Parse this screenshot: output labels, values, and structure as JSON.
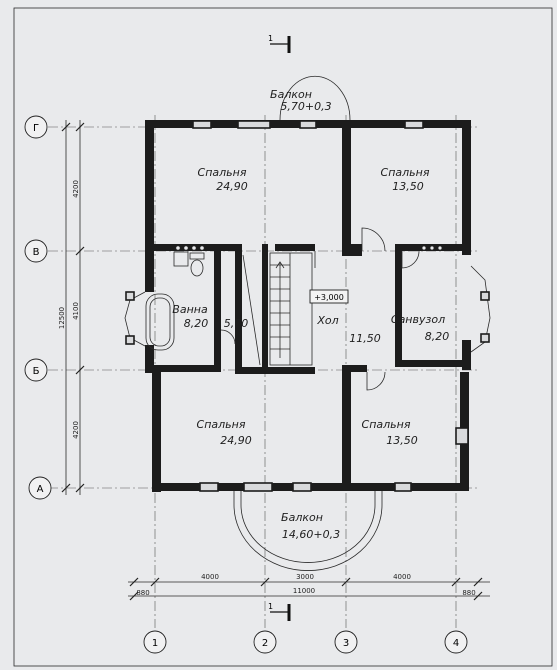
{
  "section_marker": "1",
  "axes": {
    "rows": [
      "Г",
      "В",
      "Б",
      "А"
    ],
    "cols": [
      "1",
      "2",
      "3",
      "4"
    ]
  },
  "rooms": {
    "bedroom_top_left": {
      "name": "Спальня",
      "area": "24,90"
    },
    "bedroom_top_right": {
      "name": "Спальня",
      "area": "13,50"
    },
    "bath": {
      "name": "Ванна",
      "area": "8,20"
    },
    "corridor": {
      "area": "5,70"
    },
    "hall": {
      "name": "Хол",
      "area": "11,50"
    },
    "wc": {
      "name": "Санвузол",
      "area": "8,20"
    },
    "bedroom_bottom_left": {
      "name": "Спальня",
      "area": "24,90"
    },
    "bedroom_bottom_right": {
      "name": "Спальня",
      "area": "13,50"
    },
    "balcony_top": {
      "name": "Балкон",
      "area": "5,70+0,3"
    },
    "balcony_bottom": {
      "name": "Балкон",
      "area": "14,60+0,3"
    }
  },
  "level_mark": "+3,000",
  "dims_bottom": {
    "segments": [
      "880",
      "4000",
      "3000",
      "4000",
      "880"
    ],
    "total": "11000"
  },
  "dims_left": {
    "segments": [
      "4200",
      "4100",
      "4200"
    ],
    "total": "12500"
  }
}
